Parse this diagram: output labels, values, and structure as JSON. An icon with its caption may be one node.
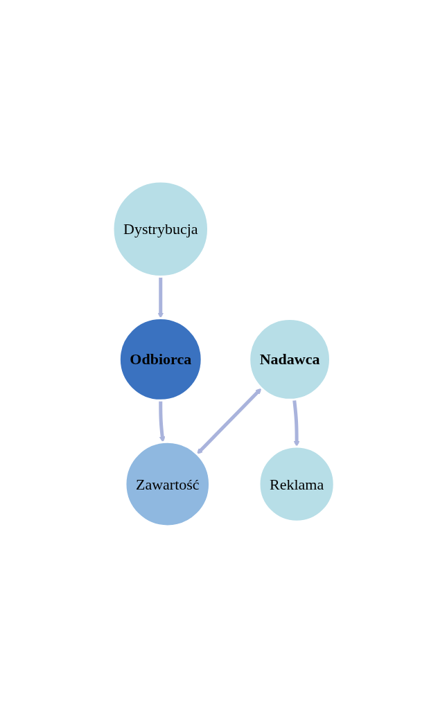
{
  "diagram": {
    "nodes": [
      {
        "text": [
          "Nadawca"
        ]
      },
      {
        "text": [
          "Zawartość"
        ]
      },
      {
        "text": [
          "Reklama"
        ]
      },
      {
        "text": [
          "Dystrybucja"
        ]
      },
      {
        "text": [
          "Odbiorca"
        ]
      }
    ],
    "edges": [
      {
        "from": 0,
        "to": 1,
        "arrow": "both"
      },
      {
        "from": 0,
        "to": 2,
        "arrow": "to"
      },
      {
        "from": 3,
        "to": 4,
        "arrow": "to"
      },
      {
        "from": 4,
        "to": 1,
        "arrow": "to"
      }
    ]
  }
}
